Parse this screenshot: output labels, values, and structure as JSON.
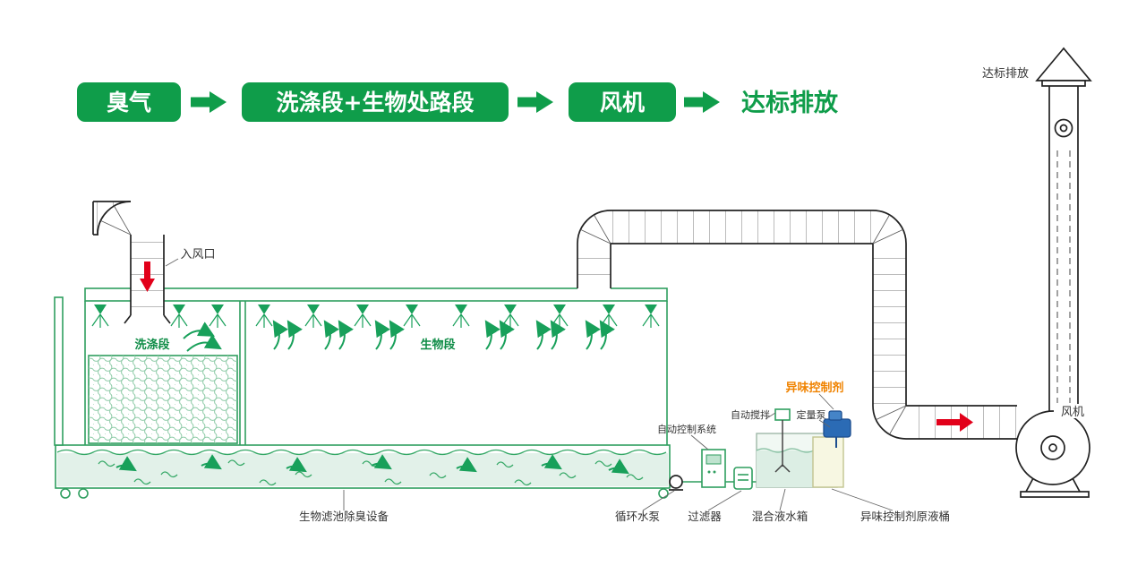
{
  "colors": {
    "brand_green": "#0f9d4a",
    "line_green": "#2f9e5f",
    "arrow_green": "#18a05a",
    "orange": "#f08300",
    "red": "#e2001a",
    "blue": "#2b6bb5",
    "ink": "#222222",
    "water_fill": "#e2f1e9"
  },
  "flowchart": {
    "steps": [
      {
        "label": "臭气"
      },
      {
        "label": "洗涤段+生物处路段"
      },
      {
        "label": "风机"
      }
    ],
    "result_label": "达标排放"
  },
  "diagram": {
    "inlet_label": "入风口",
    "washing_section_label": "洗涤段",
    "bio_section_label": "生物段",
    "stack_emission_label": "达标排放",
    "fan_label": "风机",
    "odor_agent_label": "异味控制剂",
    "auto_control_label": "自动控制系统",
    "auto_stir_label": "自动搅拌",
    "metering_pump_label": "定量泵",
    "equipment_label": "生物滤池除臭设备",
    "circulating_pump_label": "循环水泵",
    "filter_label": "过滤器",
    "mixed_tank_label": "混合液水箱",
    "agent_barrel_label": "异味控制剂原液桶"
  }
}
